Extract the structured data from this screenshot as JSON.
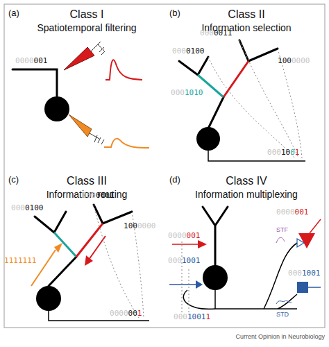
{
  "diagram": {
    "caption": "Current Opinion in Neurobiology",
    "labels": [
      "(a)",
      "Class I",
      "Spatiotemporal filtering",
      "0000001",
      "(b)",
      "Class II",
      "Information selection",
      "0001010",
      "0000100",
      "0000011",
      "1000000",
      "0001001",
      "(c)",
      "Class III",
      "Information routing",
      "0000100",
      "1111111",
      "0000001",
      "1000000",
      "0000001",
      "(d)",
      "Class IV",
      "Information multiplexing",
      "0000001",
      "0000001",
      "0001001",
      "0001001",
      "STF",
      "STD",
      "00010011"
    ]
  }
}
